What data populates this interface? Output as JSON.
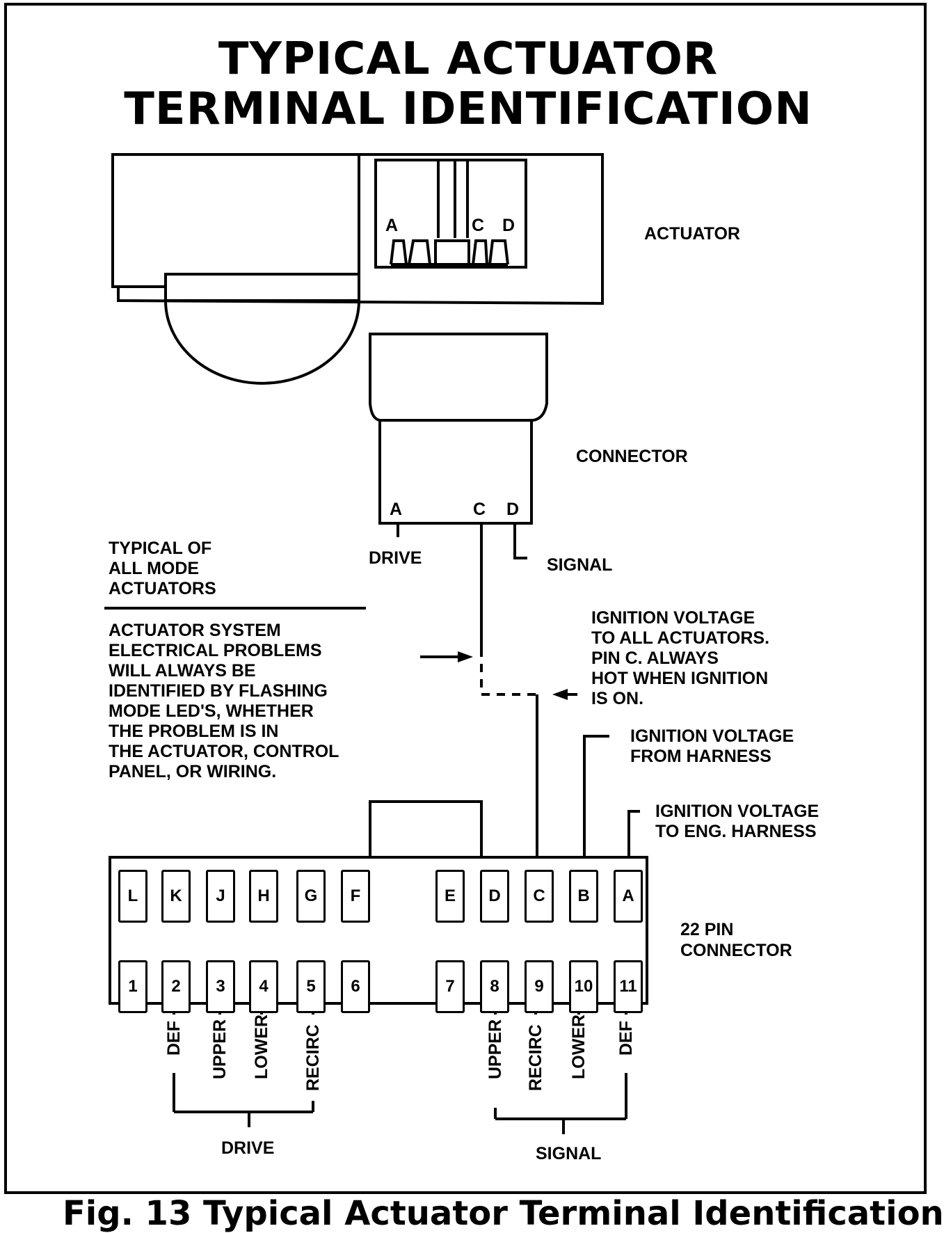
{
  "title": {
    "line1": "TYPICAL ACTUATOR",
    "line2": "TERMINAL IDENTIFICATION"
  },
  "labels": {
    "actuator": "ACTUATOR",
    "connector": "CONNECTOR",
    "drive_wire": "DRIVE",
    "signal_wire": "SIGNAL",
    "pin22": [
      "22 PIN",
      "CONNECTOR"
    ],
    "drive_group": "DRIVE",
    "signal_group": "SIGNAL"
  },
  "actuator_terminals": [
    "A",
    "C",
    "D"
  ],
  "connector_terminals": [
    "A",
    "C",
    "D"
  ],
  "notes": {
    "typical": "TYPICAL OF\nALL MODE\nACTUATORS",
    "problems": "ACTUATOR SYSTEM\nELECTRICAL PROBLEMS\nWILL ALWAYS BE\nIDENTIFIED BY FLASHING\nMODE LED'S, WHETHER\nTHE PROBLEM IS IN\nTHE ACTUATOR, CONTROL\nPANEL, OR WIRING.",
    "ignition_all": "IGNITION VOLTAGE\nTO ALL ACTUATORS.\nPIN C. ALWAYS\nHOT WHEN IGNITION\nIS ON.",
    "ignition_harness": "IGNITION VOLTAGE\nFROM HARNESS",
    "ignition_eng": "IGNITION VOLTAGE\nTO ENG. HARNESS"
  },
  "pins_top": [
    "L",
    "K",
    "J",
    "H",
    "G",
    "F",
    "E",
    "D",
    "C",
    "B",
    "A"
  ],
  "pins_bottom": [
    "1",
    "2",
    "3",
    "4",
    "5",
    "6",
    "7",
    "8",
    "9",
    "10",
    "11"
  ],
  "drive_leads": [
    "DEF",
    "UPPER",
    "LOWER",
    "RECIRC"
  ],
  "signal_leads": [
    "UPPER",
    "RECIRC",
    "LOWER",
    "DEF"
  ],
  "caption": "Fig. 13 Typical Actuator Terminal Identification"
}
